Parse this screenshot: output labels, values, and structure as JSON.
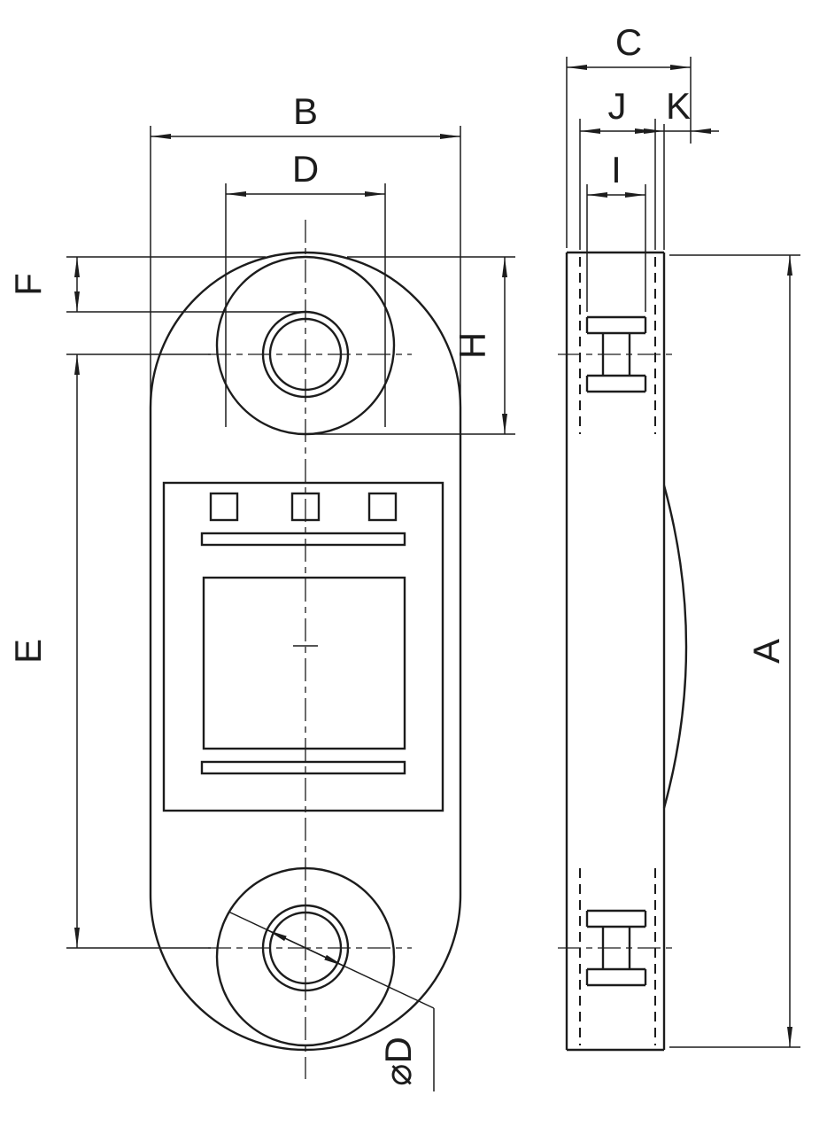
{
  "drawing": {
    "colors": {
      "background": "#ffffff",
      "line": "#1c1c1c"
    },
    "labels": {
      "A": "A",
      "B": "B",
      "C": "C",
      "D": "D",
      "E": "E",
      "F": "F",
      "H": "H",
      "I": "I",
      "J": "J",
      "K": "K",
      "diameter_d": "⌀D"
    }
  }
}
